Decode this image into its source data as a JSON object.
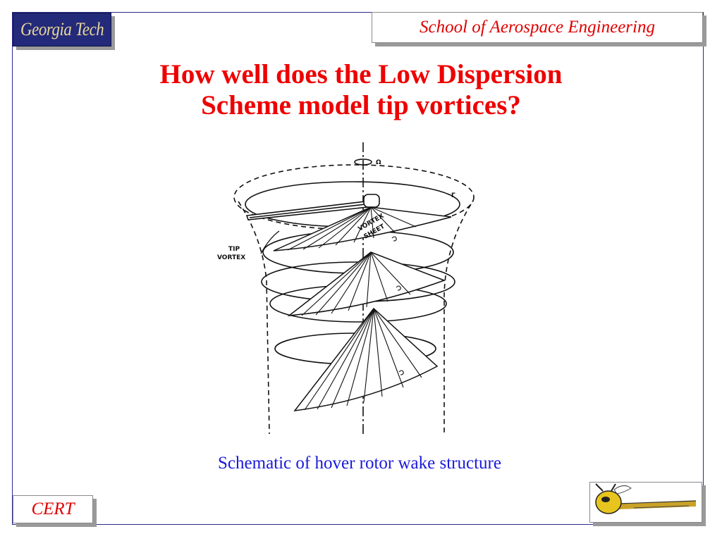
{
  "header": {
    "logo_text": "Georgia Tech",
    "school_label": "School of Aerospace Engineering"
  },
  "slide": {
    "title_line1": "How well does the Low Dispersion",
    "title_line2": "Scheme model tip vortices?",
    "caption": "Schematic of hover rotor wake structure"
  },
  "diagram": {
    "label_omega": "Ω",
    "label_gamma": "Γ",
    "label_tip": "TIP",
    "label_vortex": "VORTEX",
    "label_sheet_1": "VORTEX",
    "label_sheet_2": "SHEET"
  },
  "footer": {
    "cert_label": "CERT"
  },
  "colors": {
    "accent_red": "#ee0000",
    "caption_blue": "#1a1adb",
    "logo_navy": "#232a7a",
    "frame_blue": "#2b2b8f"
  },
  "icons": {
    "mascot": "yellow-jacket-icon"
  }
}
